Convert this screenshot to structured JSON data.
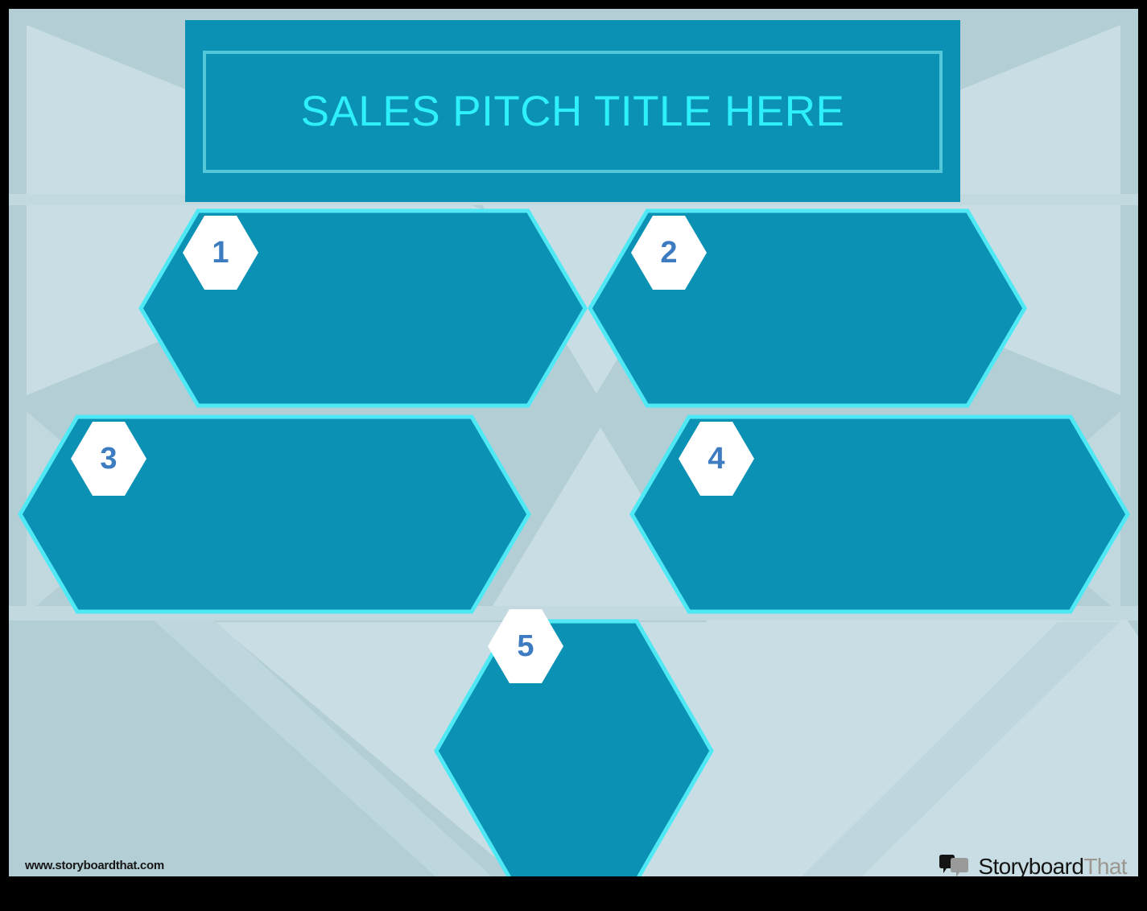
{
  "slide": {
    "title": "SALES PITCH TITLE HERE",
    "background_color": "#b4ced6",
    "accent_color": "#0b91b4",
    "title_text_color": "#2ef0fa",
    "hex_border_color": "#4fe8f5",
    "number_color": "#3e7cc2"
  },
  "hexagons": [
    {
      "number": "1",
      "body_text": ""
    },
    {
      "number": "2",
      "body_text": ""
    },
    {
      "number": "3",
      "body_text": ""
    },
    {
      "number": "4",
      "body_text": ""
    },
    {
      "number": "5",
      "body_text": ""
    }
  ],
  "footer": {
    "url": "www.storyboardthat.com",
    "brand_first": "Storyboard",
    "brand_second": "That"
  }
}
